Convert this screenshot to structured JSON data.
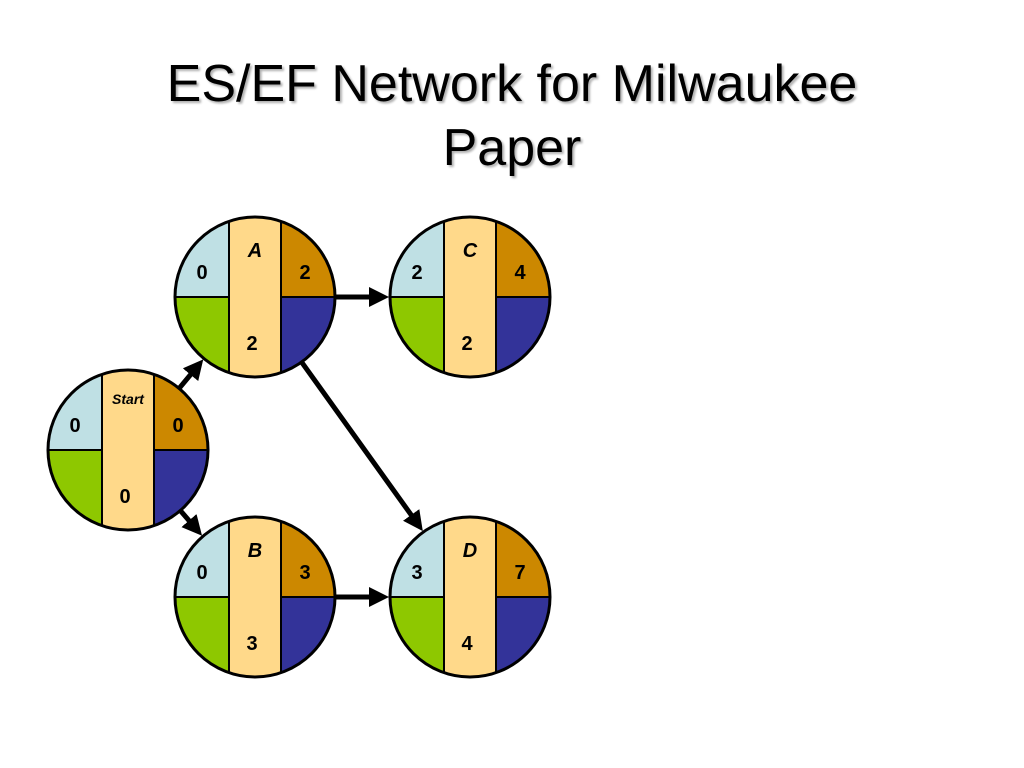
{
  "title": {
    "line1": "ES/EF Network for Milwaukee",
    "line2": "Paper"
  },
  "colors": {
    "es_quadrant": "#bfe0e4",
    "ef_quadrant": "#cc8800",
    "ls_quadrant": "#8ec800",
    "lf_quadrant": "#333399",
    "center_band": "#ffd98a",
    "outline": "#000000",
    "arrow": "#000000"
  },
  "nodes": [
    {
      "id": "Start",
      "label": "Start",
      "es": "0",
      "ef": "0",
      "duration": "0"
    },
    {
      "id": "A",
      "label": "A",
      "es": "0",
      "ef": "2",
      "duration": "2"
    },
    {
      "id": "B",
      "label": "B",
      "es": "0",
      "ef": "3",
      "duration": "3"
    },
    {
      "id": "C",
      "label": "C",
      "es": "2",
      "ef": "4",
      "duration": "2"
    },
    {
      "id": "D",
      "label": "D",
      "es": "3",
      "ef": "7",
      "duration": "4"
    }
  ],
  "edges": [
    {
      "from": "Start",
      "to": "A"
    },
    {
      "from": "Start",
      "to": "B"
    },
    {
      "from": "A",
      "to": "C"
    },
    {
      "from": "A",
      "to": "D"
    },
    {
      "from": "B",
      "to": "D"
    }
  ]
}
